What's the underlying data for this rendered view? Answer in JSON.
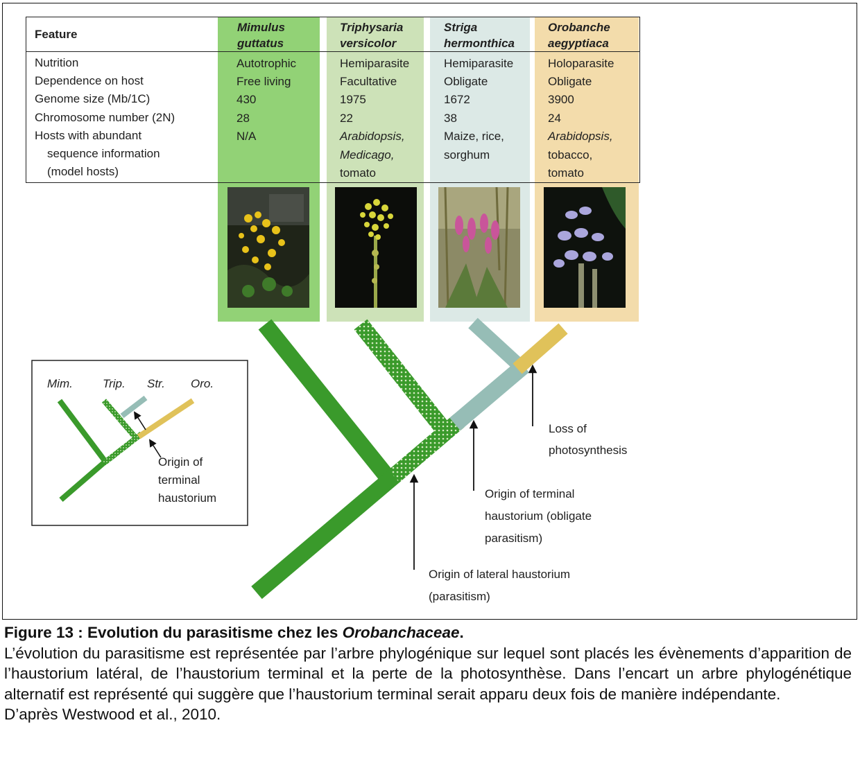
{
  "colors": {
    "mimulus": "#92d276",
    "triphysaria": "#cde2b8",
    "striga": "#dce9e6",
    "orobanche": "#f3dcab",
    "branch_green": "#3a9a2b",
    "branch_teal": "#96bdb6",
    "branch_gold": "#e0c25a"
  },
  "table": {
    "feature_header": "Feature",
    "species": [
      {
        "genus": "Mimulus",
        "epithet": "guttatus"
      },
      {
        "genus": "Triphysaria",
        "epithet": "versicolor"
      },
      {
        "genus": "Striga",
        "epithet": "hermonthica"
      },
      {
        "genus": "Orobanche",
        "epithet": "aegyptiaca"
      }
    ],
    "features": [
      "Nutrition",
      "Dependence on host",
      "Genome size (Mb/1C)",
      "Chromosome number (2N)",
      "Hosts with abundant",
      "sequence information",
      "(model hosts)"
    ],
    "columns": [
      [
        "Autotrophic",
        "Free living",
        "430",
        "28",
        "N/A"
      ],
      [
        "Hemiparasite",
        "Facultative",
        "1975",
        "22",
        "Arabidopsis,",
        "Medicago,",
        "tomato"
      ],
      [
        "Hemiparasite",
        "Obligate",
        "1672",
        "38",
        "Maize, rice,",
        "sorghum"
      ],
      [
        "Holoparasite",
        "Obligate",
        "3900",
        "24",
        "Arabidopsis,",
        "tobacco,",
        "tomato"
      ]
    ]
  },
  "photos": [
    "mimulus-photo",
    "triphysaria-photo",
    "striga-photo",
    "orobanche-photo"
  ],
  "inset": {
    "labels": [
      "Mim.",
      "Trip.",
      "Str.",
      "Oro."
    ],
    "annotation": [
      "Origin of",
      "terminal",
      "haustorium"
    ]
  },
  "tree_annotations": {
    "loss": [
      "Loss of",
      "photosynthesis"
    ],
    "terminal": [
      "Origin of terminal",
      "haustorium (obligate",
      "parasitism)"
    ],
    "lateral": [
      "Origin of lateral haustorium",
      "(parasitism)"
    ]
  },
  "caption": {
    "title_prefix": "Figure 13 : Evolution du parasitisme chez les ",
    "title_italic": "Orobanchaceae",
    "title_suffix": ".",
    "body": "L’évolution du parasitisme est représentée par l’arbre phylogénique sur lequel sont placés les évènements d’apparition de l’haustorium latéral, de l’haustorium terminal et la perte de la photosynthèse. Dans l’encart un arbre phylogénétique alternatif est représenté qui suggère que l’haustorium terminal serait apparu deux fois de manière indépendante.",
    "source": "D’après Westwood et al., 2010."
  }
}
